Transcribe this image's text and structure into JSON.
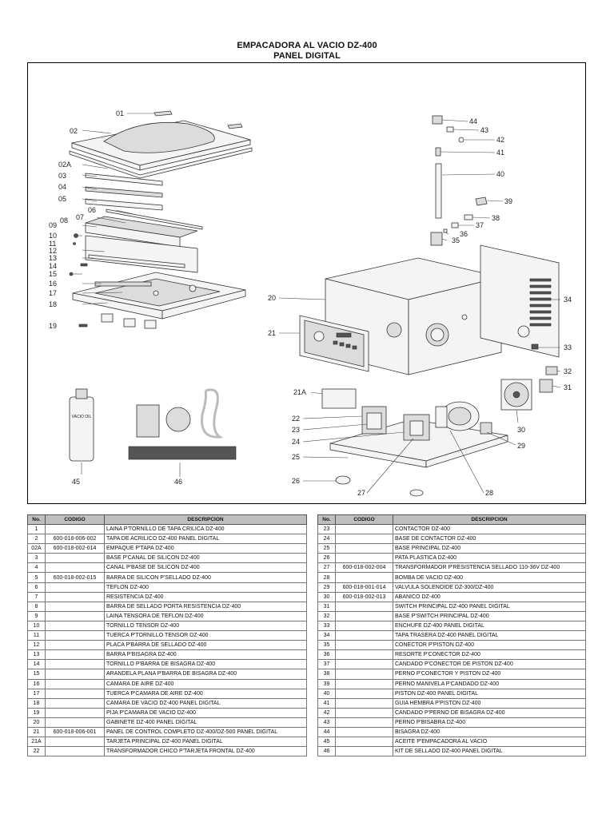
{
  "header": {
    "title": "EMPACADORA AL VACIO DZ-400",
    "subtitle": "PANEL DIGITAL"
  },
  "callouts": [
    "01",
    "02",
    "02A",
    "03",
    "04",
    "05",
    "06",
    "07",
    "08",
    "09",
    "10",
    "11",
    "12",
    "13",
    "14",
    "15",
    "16",
    "17",
    "18",
    "19",
    "20",
    "21",
    "21A",
    "22",
    "23",
    "24",
    "25",
    "26",
    "27",
    "28",
    "29",
    "30",
    "31",
    "32",
    "33",
    "34",
    "35",
    "36",
    "37",
    "38",
    "39",
    "40",
    "41",
    "42",
    "43",
    "44",
    "45",
    "46"
  ],
  "accessories": {
    "oil_bottle_label": "VACIO OIL"
  },
  "table": {
    "headers": {
      "no": "No.",
      "codigo": "CODIGO",
      "descripcion": "DESCRIPCION"
    },
    "left_rows": [
      {
        "no": "1",
        "codigo": "",
        "desc": "LAINA P'TORNILLO DE TAPA CRILICA DZ-400"
      },
      {
        "no": "2",
        "codigo": "600-018-006-002",
        "desc": "TAPA DE ACRILICO DZ-400 PANEL DIGITAL"
      },
      {
        "no": "02A",
        "codigo": "600-018-002-014",
        "desc": "EMPAQUE P'TAPA DZ-400"
      },
      {
        "no": "3",
        "codigo": "",
        "desc": "BASE P'CANAL DE SILICON DZ-400"
      },
      {
        "no": "4",
        "codigo": "",
        "desc": "CANAL P'BASE DE SILICON DZ-400"
      },
      {
        "no": "5",
        "codigo": "600-018-002-015",
        "desc": "BARRA DE SILICON P'SELLADO DZ-400"
      },
      {
        "no": "6",
        "codigo": "",
        "desc": "TEFLON DZ-400"
      },
      {
        "no": "7",
        "codigo": "",
        "desc": "RESISTENCIA DZ-400"
      },
      {
        "no": "8",
        "codigo": "",
        "desc": "BARRA DE SELLADO PORTA RESISTENCIA DZ-400"
      },
      {
        "no": "9",
        "codigo": "",
        "desc": "LAINA TENSORA DE TEFLON DZ-400"
      },
      {
        "no": "10",
        "codigo": "",
        "desc": "TORNILLO TENSOR DZ-400"
      },
      {
        "no": "11",
        "codigo": "",
        "desc": "TUERCA P'TORNILLO TENSOR DZ-400"
      },
      {
        "no": "12",
        "codigo": "",
        "desc": "PLACA P'BARRA DE SELLADO DZ-400"
      },
      {
        "no": "13",
        "codigo": "",
        "desc": "BARRA P'BISAGRA DZ-400"
      },
      {
        "no": "14",
        "codigo": "",
        "desc": "TORNILLO P'BARRA DE BISAGRA DZ-400"
      },
      {
        "no": "15",
        "codigo": "",
        "desc": "ARANDELA PLANA P'BARRA DE BISAGRA DZ-400"
      },
      {
        "no": "16",
        "codigo": "",
        "desc": "CAMARA DE AIRE DZ-400"
      },
      {
        "no": "17",
        "codigo": "",
        "desc": "TUERCA P'CAMARA DE AIRE DZ-400"
      },
      {
        "no": "18",
        "codigo": "",
        "desc": "CAMARA DE VACIO DZ-400 PANEL DIGITAL"
      },
      {
        "no": "19",
        "codigo": "",
        "desc": "PIJA P'CAMARA DE VACIO DZ-400"
      },
      {
        "no": "20",
        "codigo": "",
        "desc": "GABINETE DZ-400 PANEL DIGITAL"
      },
      {
        "no": "21",
        "codigo": "600-018-006-001",
        "desc": "PANEL DE CONTROL COMPLETO DZ-400/DZ-500 PANEL DIGITAL"
      },
      {
        "no": "21A",
        "codigo": "",
        "desc": "TARJETA PRINCIPAL DZ-400 PANEL DIGITAL"
      },
      {
        "no": "22",
        "codigo": "",
        "desc": "TRANSFORMADOR CHICO P'TARJETA FRONTAL DZ-400"
      }
    ],
    "right_rows": [
      {
        "no": "23",
        "codigo": "",
        "desc": "CONTACTOR DZ-400"
      },
      {
        "no": "24",
        "codigo": "",
        "desc": "BASE DE CONTACTOR DZ-400"
      },
      {
        "no": "25",
        "codigo": "",
        "desc": "BASE PRINCIPAL DZ-400"
      },
      {
        "no": "26",
        "codigo": "",
        "desc": "PATA PLASTICA DZ-400"
      },
      {
        "no": "27",
        "codigo": "600-018-002-004",
        "desc": "TRANSFORMADOR P'RESISTENCIA SELLADO 110-36V DZ-400"
      },
      {
        "no": "28",
        "codigo": "",
        "desc": "BOMBA DE VACIO DZ-400"
      },
      {
        "no": "29",
        "codigo": "600-018-001-014",
        "desc": "VALVULA SOLENOIDE DZ-300/DZ-400"
      },
      {
        "no": "30",
        "codigo": "600-018-002-013",
        "desc": "ABANICO DZ-400"
      },
      {
        "no": "31",
        "codigo": "",
        "desc": "SWITCH PRINCIPAL DZ-400 PANEL DIGITAL"
      },
      {
        "no": "32",
        "codigo": "",
        "desc": "BASE P'SWITCH PRINCIPAL DZ-400"
      },
      {
        "no": "33",
        "codigo": "",
        "desc": "ENCHUFE DZ-400 PANEL DIGITAL"
      },
      {
        "no": "34",
        "codigo": "",
        "desc": "TAPA TRASERA DZ-400 PANEL DIGITAL"
      },
      {
        "no": "35",
        "codigo": "",
        "desc": "CONECTOR P'PISTON DZ-400"
      },
      {
        "no": "36",
        "codigo": "",
        "desc": "RESORTE P'CONECTOR DZ-400"
      },
      {
        "no": "37",
        "codigo": "",
        "desc": "CANDADO P'CONECTOR DE PISTON DZ-400"
      },
      {
        "no": "38",
        "codigo": "",
        "desc": "PERNO P'CONECTOR Y PISTON DZ-400"
      },
      {
        "no": "39",
        "codigo": "",
        "desc": "PERNO MANIVELA P'CANDADO DZ-400"
      },
      {
        "no": "40",
        "codigo": "",
        "desc": "PISTON DZ-400 PANEL DIGITAL"
      },
      {
        "no": "41",
        "codigo": "",
        "desc": "GUIA HEMBRA P'PISTON DZ-400"
      },
      {
        "no": "42",
        "codigo": "",
        "desc": "CANDADO P'PERNO DE BISAGRA DZ-400"
      },
      {
        "no": "43",
        "codigo": "",
        "desc": "PERNO P'BISABRA DZ-400"
      },
      {
        "no": "44",
        "codigo": "",
        "desc": "BISAGRA DZ-400"
      },
      {
        "no": "45",
        "codigo": "",
        "desc": "ACEITE P'EMPACADORA AL VACIO"
      },
      {
        "no": "46",
        "codigo": "",
        "desc": "KIT DE SELLADO DZ-400 PANEL DIGITAL"
      }
    ]
  }
}
